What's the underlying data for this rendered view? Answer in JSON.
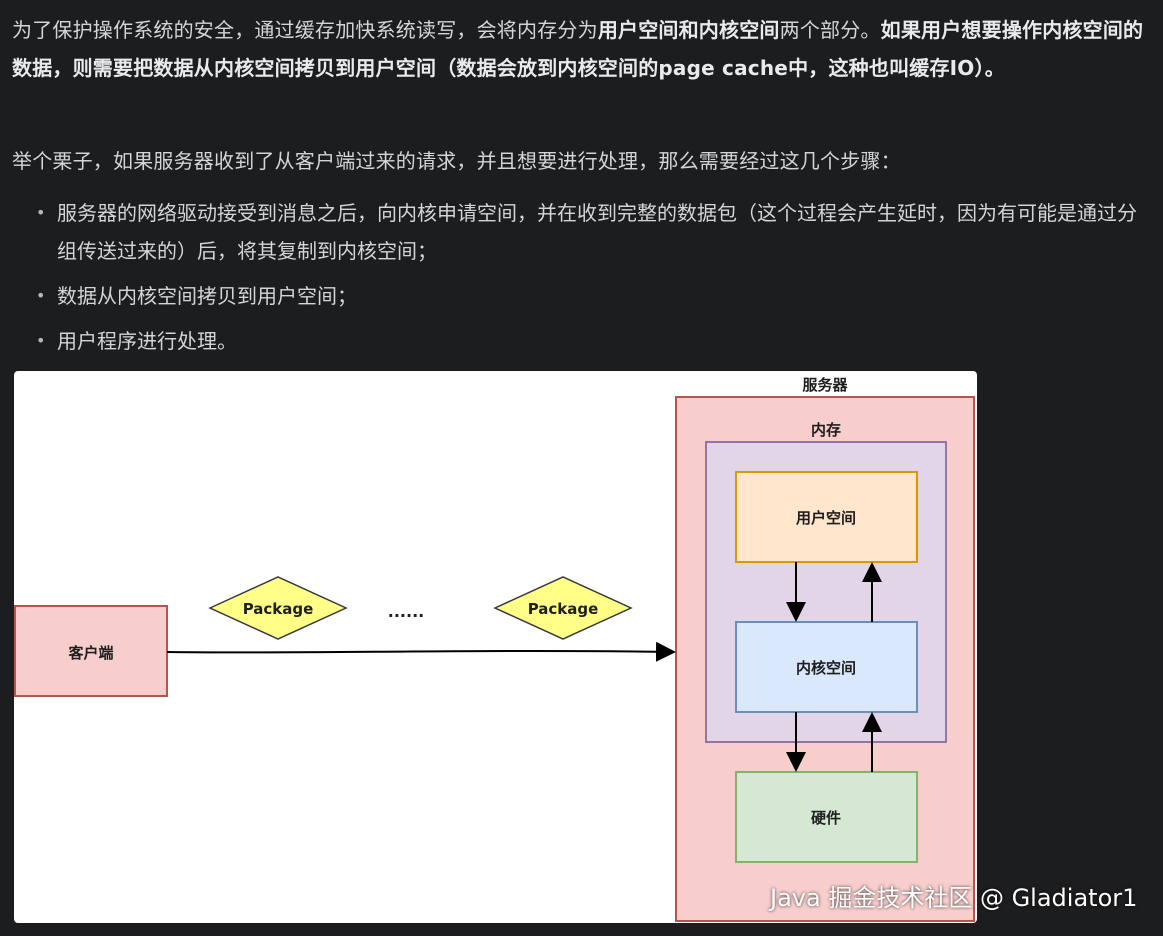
{
  "article": {
    "p1": {
      "s1": "为了保护操作系统的安全，通过缓存加快系统读写，会将内存分为",
      "b1": "用户空间和内核空间",
      "s2": "两个部分。",
      "b2": "如果用户想要操作内核空间的数据，则需要把数据从内核空间拷贝到用户空间（数据会放到内核空间的page cache中，这种也叫缓存IO）。"
    },
    "p2": "举个栗子，如果服务器收到了从客户端过来的请求，并且想要进行处理，那么需要经过这几个步骤：",
    "steps": [
      "服务器的网络驱动接受到消息之后，向内核申请空间，并在收到完整的数据包（这个过程会产生延时，因为有可能是通过分组传送过来的）后，将其复制到内核空间；",
      "数据从内核空间拷贝到用户空间；",
      "用户程序进行处理。"
    ],
    "bullet_glyph": "•"
  },
  "diagram": {
    "server_label": "服务器",
    "memory_label": "内存",
    "user_space_label": "用户空间",
    "kernel_space_label": "内核空间",
    "hardware_label": "硬件",
    "client_label": "客户端",
    "package_label_1": "Package",
    "package_label_2": "Package",
    "ellipsis": "......",
    "colors": {
      "server_fill": "#f8cecc",
      "server_stroke": "#b85450",
      "memory_fill": "#e1d5e7",
      "memory_stroke": "#9673a6",
      "user_fill": "#ffe6cc",
      "user_stroke": "#d79b00",
      "kernel_fill": "#dae8fc",
      "kernel_stroke": "#6c8ebf",
      "hw_fill": "#d5e8d4",
      "hw_stroke": "#82b366",
      "package_fill": "#ffff88",
      "package_stroke": "#36393d"
    }
  },
  "watermark": "Java 掘金技术社区 @ Gladiator1"
}
